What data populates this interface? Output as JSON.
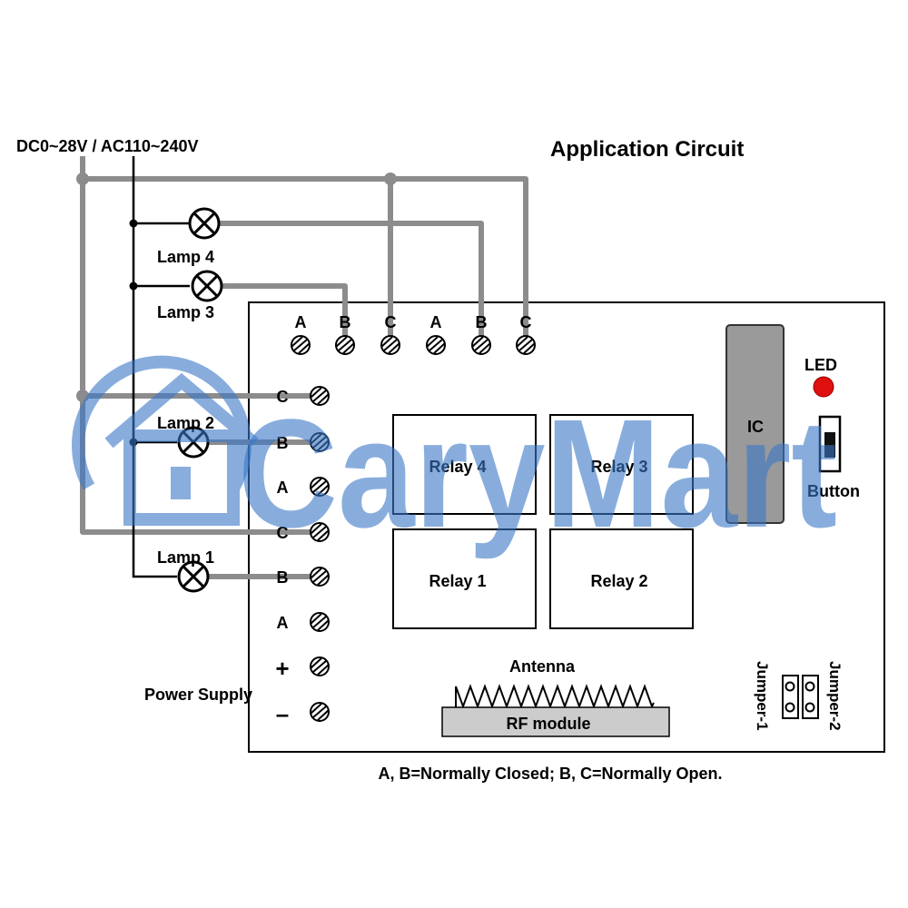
{
  "title": "Application Circuit",
  "supply_label": "DC0~28V / AC110~240V",
  "lamps": [
    "Lamp 4",
    "Lamp 3",
    "Lamp 2",
    "Lamp 1"
  ],
  "top_terminals": [
    "A",
    "B",
    "C",
    "A",
    "B",
    "C"
  ],
  "side_terminals": [
    "C",
    "B",
    "A",
    "C",
    "B",
    "A",
    "+",
    "–"
  ],
  "relays": [
    "Relay 4",
    "Relay 3",
    "Relay 1",
    "Relay 2"
  ],
  "ic_label": "IC",
  "led_label": "LED",
  "button_label": "Button",
  "antenna_label": "Antenna",
  "rf_module_label": "RF module",
  "power_supply_label": "Power Supply",
  "jumper1_label": "Jumper-1",
  "jumper2_label": "Jumper-2",
  "note": "A, B=Normally Closed; B, C=Normally Open.",
  "watermark": "CaryMart",
  "colors": {
    "wire_gray": "#8c8c8c",
    "led_red": "#e01010",
    "watermark_blue": "#3a78c8",
    "module_gray": "#cccccc"
  }
}
